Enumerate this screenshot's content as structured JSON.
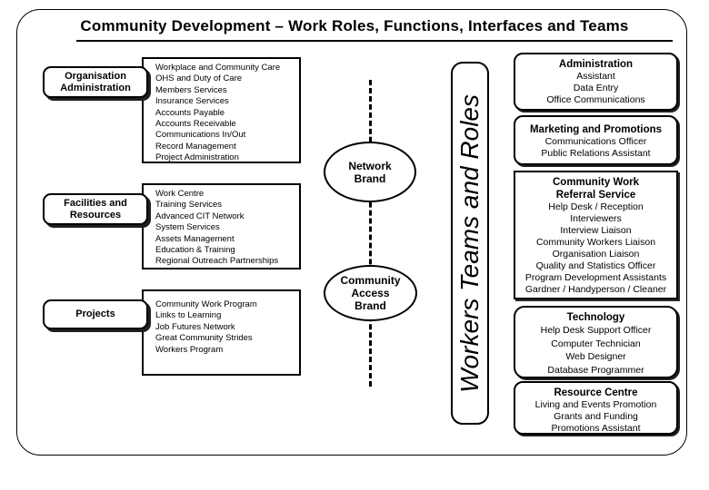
{
  "page": {
    "title": "Community Development – Work Roles, Functions, Interfaces and Teams"
  },
  "colors": {
    "ink": "#000000",
    "background": "#ffffff"
  },
  "left_groups": [
    {
      "label": "Organisation Administration",
      "functions": [
        "Workplace and Community Care",
        "OHS and Duty of Care",
        "Members Services",
        "Insurance Services",
        "Accounts Payable",
        "Accounts Receivable",
        "Communications In/Out",
        "Record Management",
        "Project Administration"
      ]
    },
    {
      "label": "Facilities and Resources",
      "functions": [
        "Work Centre",
        "Training Services",
        "Advanced CIT Network",
        "System Services",
        "Assets Management",
        "Education & Training",
        "Regional Outreach Partnerships"
      ]
    },
    {
      "label": "Projects",
      "functions": [
        "Community Work Program",
        "Links to Learning",
        "Job Futures Network",
        "Great Community Strides",
        "Workers Program"
      ]
    }
  ],
  "brands": [
    {
      "label": "Network Brand"
    },
    {
      "label": "Community Access Brand"
    }
  ],
  "divider": {
    "label": "Workers Teams and Roles"
  },
  "teams": [
    {
      "title": "Administration",
      "roles": [
        "Assistant",
        "Data Entry",
        "Office Communications"
      ]
    },
    {
      "title": "Marketing and Promotions",
      "roles": [
        "Communications Officer",
        "Public Relations Assistant"
      ]
    },
    {
      "title": "Community Work Referral Service",
      "roles": [
        "Help Desk / Reception",
        "Interviewers",
        "Interview Liaison",
        "Community Workers Liaison",
        "Organisation Liaison",
        "Quality and Statistics Officer",
        "Program Development Assistants",
        "Gardner / Handyperson / Cleaner"
      ]
    },
    {
      "title": "Technology",
      "roles": [
        "Help Desk Support Officer",
        "Computer Technician",
        "Web Designer",
        "Database Programmer"
      ]
    },
    {
      "title": "Resource Centre",
      "roles": [
        "Living and Events Promotion",
        "Grants and Funding",
        "Promotions Assistant"
      ]
    }
  ]
}
